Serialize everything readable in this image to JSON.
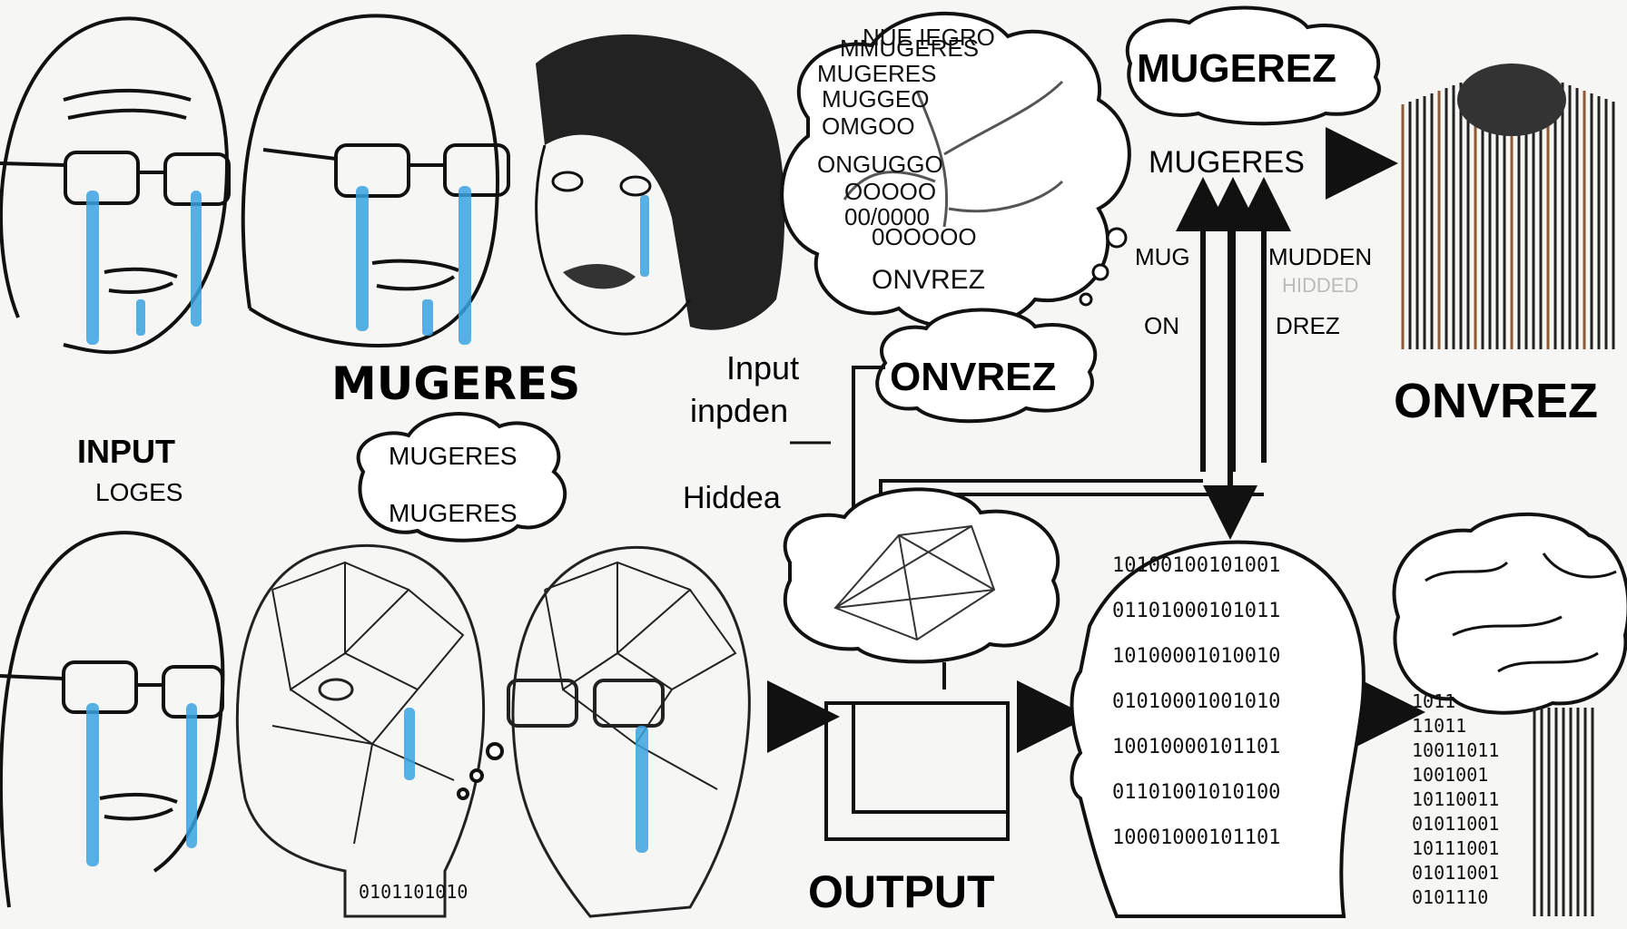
{
  "labels": {
    "mugeres_main": "MUGERES",
    "input": "INPUT",
    "loges": "LOGES",
    "input_small": "Input",
    "inpden": "inpden",
    "hidden": "Hiddea",
    "output": "OUTPUT",
    "onvrez_cloud": "ONVREZ",
    "onvrez_right": "ONVREZ",
    "mugerez_cloud": "MUGEREZ",
    "mugeres_arrow": "MUGERES",
    "mug": "MUG",
    "mudden": "MUDDEN",
    "hidded": "HIDDED",
    "on": "ON",
    "drez": "DREZ"
  },
  "small_cloud": {
    "line1": "MUGERES",
    "line2": "MUGERES"
  },
  "thought_cloud": {
    "lines": [
      "NUE IEGRO",
      "MMUGERES",
      "MUGERES",
      "MUGGEO",
      "OMGOO",
      "ONGUGGO",
      "OOOOO",
      "00/0000",
      "0OOOOO",
      "ONVREZ"
    ]
  },
  "binary_rows": [
    "10100100101001",
    "01101000101011",
    "10100001010010",
    "01010001001010",
    "10010000101101",
    "01101001010100",
    "10001000101101"
  ],
  "binary_strip": [
    "1011",
    "11011",
    "10011011",
    "1001001",
    "10110011",
    "01011001",
    "10111001",
    "01011001",
    "0101110"
  ],
  "binary_neck": "0101101010",
  "colors": {
    "ink": "#111111",
    "tears": "#3aa3e0",
    "paper": "#f6f6f4"
  }
}
